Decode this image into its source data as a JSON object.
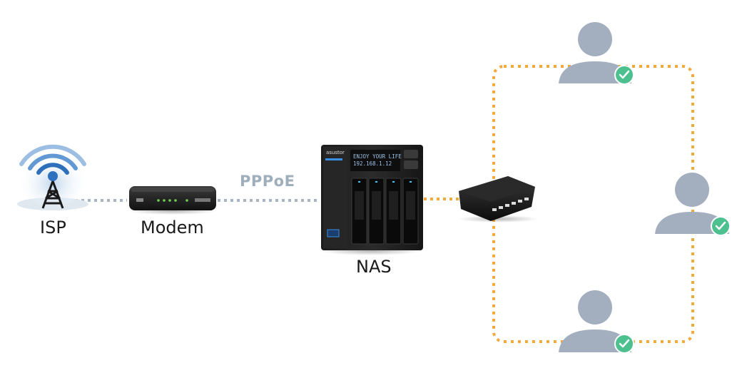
{
  "nodes": {
    "isp": "ISP",
    "modem": "Modem",
    "nas": "NAS"
  },
  "link_isp_nas": "PPPoE",
  "nas_screen": {
    "brand": "asustor",
    "line1": "ENJOY YOUR LIFE",
    "line2": "192.168.1.12"
  },
  "colors": {
    "dotted_isp": "#a7b5c2",
    "dotted_lan": "#f2a93b",
    "user": "#a3aebf",
    "check": "#4cc08e",
    "signal": "#3b7ec9"
  },
  "icons": {
    "isp": "signal-tower-icon",
    "user": "user-icon",
    "check": "check-icon"
  }
}
